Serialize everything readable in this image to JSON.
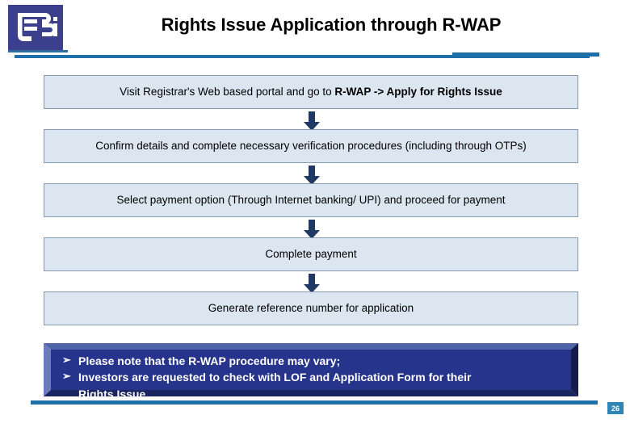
{
  "header": {
    "title": "Rights Issue Application through R-WAP",
    "logo_alt": "SEBI logo",
    "rule_color": "#1F6FA8"
  },
  "flow": {
    "box_fill": "#DCE6F1",
    "box_border": "#879BB0",
    "arrow_color": "#1F3864",
    "steps": [
      {
        "id": "visit-portal",
        "text_before": "Visit Registrar's Web based portal and go to ",
        "text_bold": "R-WAP -> Apply for Rights Issue",
        "text_after": ""
      },
      {
        "id": "confirm-details",
        "text_before": "Confirm details and complete necessary verification procedures (including through OTPs)",
        "text_bold": "",
        "text_after": ""
      },
      {
        "id": "select-payment",
        "text_before": "Select payment option (Through Internet banking/ UPI) and proceed for payment",
        "text_bold": "",
        "text_after": ""
      },
      {
        "id": "complete-payment",
        "text_before": "Complete payment",
        "text_bold": "",
        "text_after": ""
      },
      {
        "id": "generate-reference",
        "text_before": "Generate reference number for application",
        "text_bold": "",
        "text_after": ""
      }
    ]
  },
  "note": {
    "fill": "#27348B",
    "bullet_glyph": "➢",
    "lines": [
      "Please note that the R-WAP procedure may vary;",
      "Investors are requested to check with LOF and Application Form for their"
    ],
    "continuation": "Rights Issue"
  },
  "footer": {
    "page_number": "26",
    "badge_color": "#2E86B8",
    "rule_color": "#1F6FA8"
  }
}
